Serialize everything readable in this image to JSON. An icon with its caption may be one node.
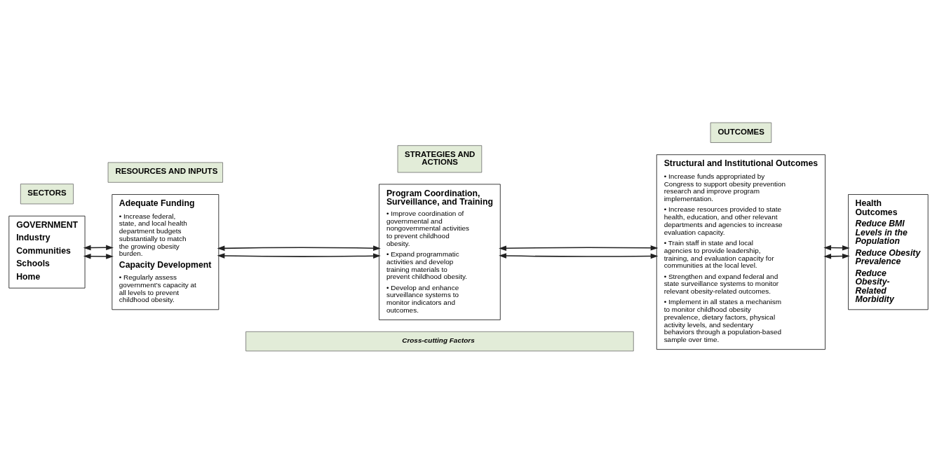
{
  "diagram": {
    "nodes": [
      {
        "text": [
          "SECTORS"
        ]
      },
      {
        "text": [
          "RESOURCES AND INPUTS"
        ]
      },
      {
        "text": [
          "STRATEGIES AND ACTIONS"
        ]
      },
      {
        "text": [
          "OUTCOMES"
        ]
      },
      {
        "text": [
          "GOVERNMENT",
          "Industry",
          "Communities",
          "Schools",
          "Home"
        ]
      },
      {
        "text": [
          "Adequate Funding",
          "• Increase federal, state, and local health department budgets substantially to match the growing obesity burden.",
          "Capacity Development",
          "• Regularly assess government’s capacity at all levels to prevent childhood obesity."
        ]
      },
      {
        "text": [
          "Program Coordination, Surveillance, and Training",
          "• Improve coordination of governmental and nongovernmental activities to prevent childhood obesity.",
          "• Expand programmatic activities and develop training materials to prevent childhood obesity.",
          "• Develop and enhance surveillance systems to monitor indicators and outcomes."
        ]
      },
      {
        "text": [
          "Structural and Institutional Outcomes",
          "• Increase funds appropriated by Congress to support obesity prevention research and improve program implementation.",
          "• Increase resources provided to state health, education, and other relevant departments and agencies to increase evaluation capacity.",
          "• Train staff in state and local agencies to provide leadership, training, and evaluation capacity for communities at the local level.",
          "• Strengthen and expand federal and state surveillance systems to monitor relevant obesity-related outcomes.",
          "• Implement in all states a mechanism to monitor childhood obesity prevalence, dietary factors, physical activity levels, and sedentary behaviors through a population-based sample over time."
        ]
      },
      {
        "text": [
          "Health Outcomes",
          "Reduce BMI Levels in the Population",
          "Reduce Obesity Prevalence",
          "Reduce Obesity-Related Morbidity"
        ]
      },
      {
        "text": [
          "Cross-cutting Factors"
        ]
      }
    ],
    "edges": [
      {
        "from": 4,
        "to": 5,
        "arrow": "both"
      },
      {
        "from": 4,
        "to": 5,
        "arrow": "both"
      },
      {
        "from": 5,
        "to": 6,
        "arrow": "both"
      },
      {
        "from": 5,
        "to": 6,
        "arrow": "both"
      },
      {
        "from": 6,
        "to": 7,
        "arrow": "both"
      },
      {
        "from": 6,
        "to": 7,
        "arrow": "both"
      },
      {
        "from": 7,
        "to": 8,
        "arrow": "both"
      },
      {
        "from": 7,
        "to": 8,
        "arrow": "both"
      }
    ]
  }
}
